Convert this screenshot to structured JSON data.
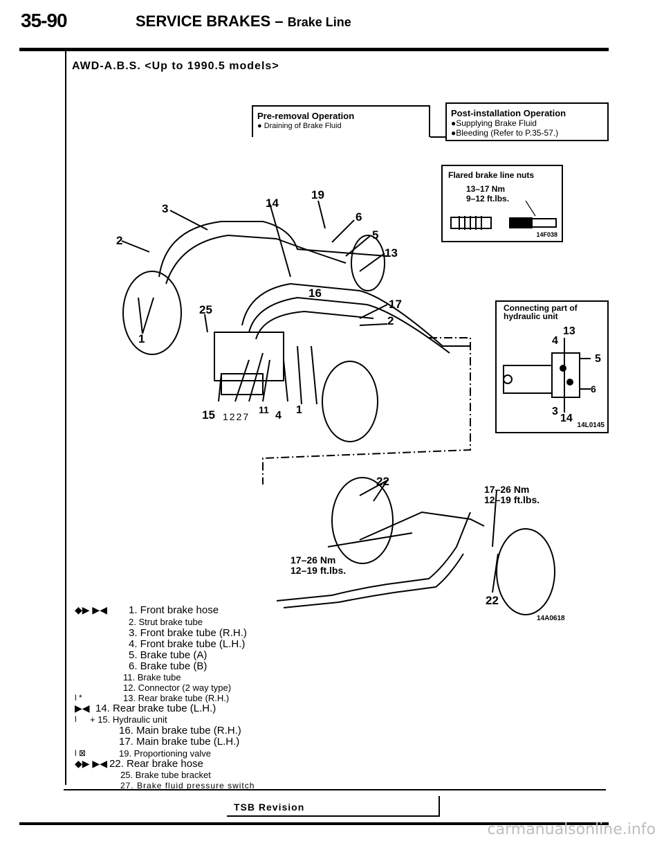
{
  "header": {
    "page_number": "35-90",
    "title": "SERVICE BRAKES",
    "dash": "–",
    "subtitle": "Brake Line"
  },
  "section_title": "AWD-A.B.S. <Up to 1990.5 models>",
  "pre_removal": {
    "heading": "Pre-removal Operation",
    "items": [
      "Draining of Brake Fluid"
    ]
  },
  "post_installation": {
    "heading": "Post-installation Operation",
    "items": [
      "●Supplying Brake Fluid",
      "●Bleeding (Refer to P.35-57.)"
    ]
  },
  "flare_nuts": {
    "heading": "Flared brake line nuts",
    "torque_nm": "13–17 Nm",
    "torque_ftlbs": "9–12 ft.lbs.",
    "figure_code": "14F038"
  },
  "hydraulic_unit": {
    "heading_line1": "Connecting part of",
    "heading_line2": "hydraulic unit",
    "figure_code": "14L0145",
    "labels": [
      "13",
      "4",
      "5",
      "6",
      "3",
      "14"
    ]
  },
  "main_figure_labels": [
    "3",
    "2",
    "14",
    "19",
    "6",
    "5",
    "13",
    "25",
    "1",
    "16",
    "17",
    "2",
    "15",
    "1227",
    "11",
    "4",
    "1"
  ],
  "rear_figure": {
    "label_22_top": "22",
    "label_22_bottom": "22",
    "torque_right_nm": "17–26 Nm",
    "torque_right_ft": "12–19 ft.lbs.",
    "torque_left_nm": "17–26 Nm",
    "torque_left_ft": "12–19 ft.lbs.",
    "figure_code": "14A0618"
  },
  "legend": [
    {
      "marker": "◆▶ ▶◀",
      "text": "1. Front brake hose"
    },
    {
      "marker": "",
      "text": "2. Strut brake tube"
    },
    {
      "marker": "",
      "text": "3. Front brake tube (R.H.)"
    },
    {
      "marker": "",
      "text": "4. Front brake tube (L.H.)"
    },
    {
      "marker": "",
      "text": "5. Brake tube (A)"
    },
    {
      "marker": "",
      "text": "6. Brake tube (B)"
    },
    {
      "marker": "",
      "text": "11. Brake tube"
    },
    {
      "marker": "",
      "text": "12. Connector (2 way type)"
    },
    {
      "marker": "l *",
      "text": "13. Rear brake tube (R.H.)"
    },
    {
      "marker": "▶◀",
      "text": "14. Rear brake tube (L.H.)"
    },
    {
      "marker": "l",
      "text": "+ 15. Hydraulic unit"
    },
    {
      "marker": "",
      "text": "16. Main brake tube (R.H.)"
    },
    {
      "marker": "",
      "text": "17. Main brake tube (L.H.)"
    },
    {
      "marker": "l ⊠",
      "text": "19. Proportioning valve"
    },
    {
      "marker": "◆▶ ▶◀",
      "text": "22. Rear brake hose"
    },
    {
      "marker": "",
      "text": "25. Brake tube bracket"
    },
    {
      "marker": "",
      "text": "27. Brake fluid pressure switch"
    }
  ],
  "footer": {
    "tsb": "TSB Revision",
    "watermark": "carmanualsonline.info"
  }
}
